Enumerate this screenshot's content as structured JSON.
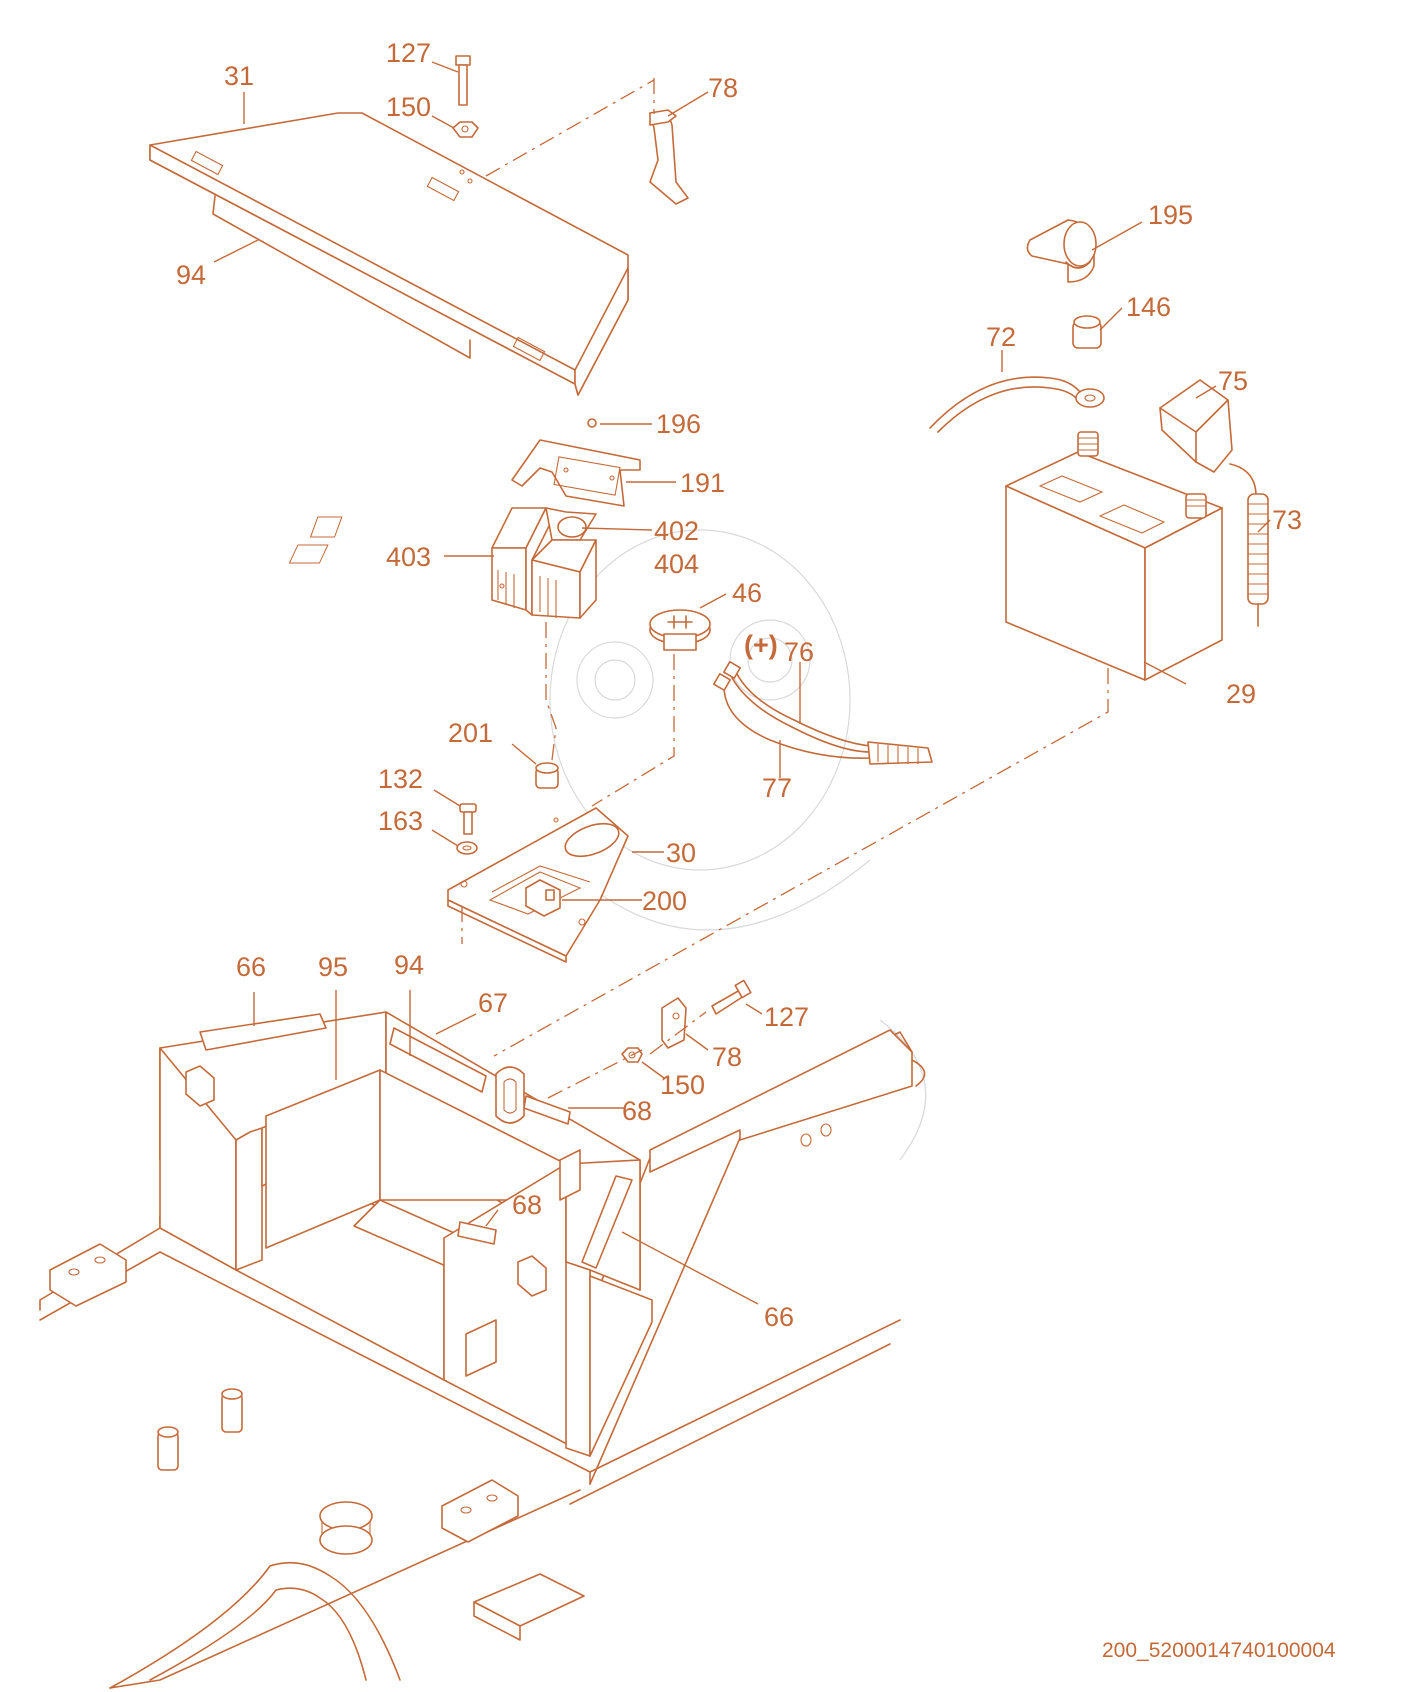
{
  "colors": {
    "ink": "#c46a3a",
    "background": "#ffffff",
    "watermark": "#d9d9d9"
  },
  "callouts": [
    {
      "id": "c-127-top",
      "text": "127"
    },
    {
      "id": "c-31",
      "text": "31"
    },
    {
      "id": "c-150-top",
      "text": "150"
    },
    {
      "id": "c-78-top",
      "text": "78"
    },
    {
      "id": "c-94-top",
      "text": "94"
    },
    {
      "id": "c-195",
      "text": "195"
    },
    {
      "id": "c-146",
      "text": "146"
    },
    {
      "id": "c-72",
      "text": "72"
    },
    {
      "id": "c-75",
      "text": "75"
    },
    {
      "id": "c-196",
      "text": "196"
    },
    {
      "id": "c-191",
      "text": "191"
    },
    {
      "id": "c-73",
      "text": "73"
    },
    {
      "id": "c-402",
      "text": "402"
    },
    {
      "id": "c-403",
      "text": "403"
    },
    {
      "id": "c-404",
      "text": "404"
    },
    {
      "id": "c-46",
      "text": "46"
    },
    {
      "id": "c-plus",
      "text": "(+)"
    },
    {
      "id": "c-76",
      "text": "76"
    },
    {
      "id": "c-29",
      "text": "29"
    },
    {
      "id": "c-201",
      "text": "201"
    },
    {
      "id": "c-77",
      "text": "77"
    },
    {
      "id": "c-132",
      "text": "132"
    },
    {
      "id": "c-163",
      "text": "163"
    },
    {
      "id": "c-30",
      "text": "30"
    },
    {
      "id": "c-200",
      "text": "200"
    },
    {
      "id": "c-66-top",
      "text": "66"
    },
    {
      "id": "c-95",
      "text": "95"
    },
    {
      "id": "c-94-bottom",
      "text": "94"
    },
    {
      "id": "c-67",
      "text": "67"
    },
    {
      "id": "c-127-bottom",
      "text": "127"
    },
    {
      "id": "c-78-bottom",
      "text": "78"
    },
    {
      "id": "c-150-bottom",
      "text": "150"
    },
    {
      "id": "c-68-upper",
      "text": "68"
    },
    {
      "id": "c-68-lower",
      "text": "68"
    },
    {
      "id": "c-66-bottom",
      "text": "66"
    }
  ],
  "document_id": "200_5200014740100004"
}
